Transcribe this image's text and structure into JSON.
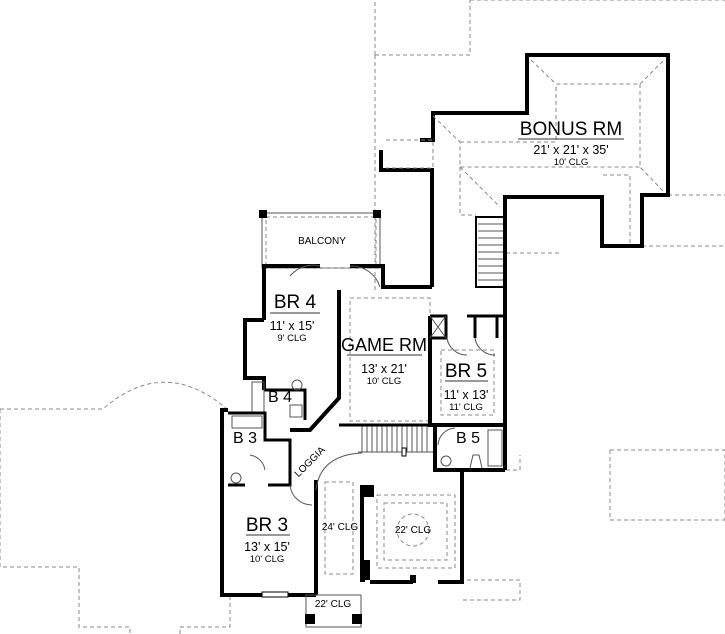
{
  "plan": {
    "rooms": {
      "bonus": {
        "name": "BONUS RM",
        "size": "21' x 21' x 35'",
        "ceiling": "10' CLG"
      },
      "balcony": {
        "name": "BALCONY"
      },
      "br4": {
        "name": "BR 4",
        "size": "11' x 15'",
        "ceiling": "9' CLG"
      },
      "game": {
        "name": "GAME RM",
        "size": "13' x 21'",
        "ceiling": "10' CLG"
      },
      "br5": {
        "name": "BR 5",
        "size": "11' x 13'",
        "ceiling": "11' CLG"
      },
      "b4": {
        "name": "B 4"
      },
      "b3": {
        "name": "B 3"
      },
      "b5": {
        "name": "B 5"
      },
      "loggia": {
        "name": "LOGGIA"
      },
      "br3": {
        "name": "BR 3",
        "size": "13' x 15'",
        "ceiling": "10' CLG"
      },
      "hall": {
        "ceiling": "24' CLG"
      },
      "foyer": {
        "ceiling": "22' CLG"
      },
      "porch": {
        "ceiling": "22' CLG"
      }
    }
  }
}
